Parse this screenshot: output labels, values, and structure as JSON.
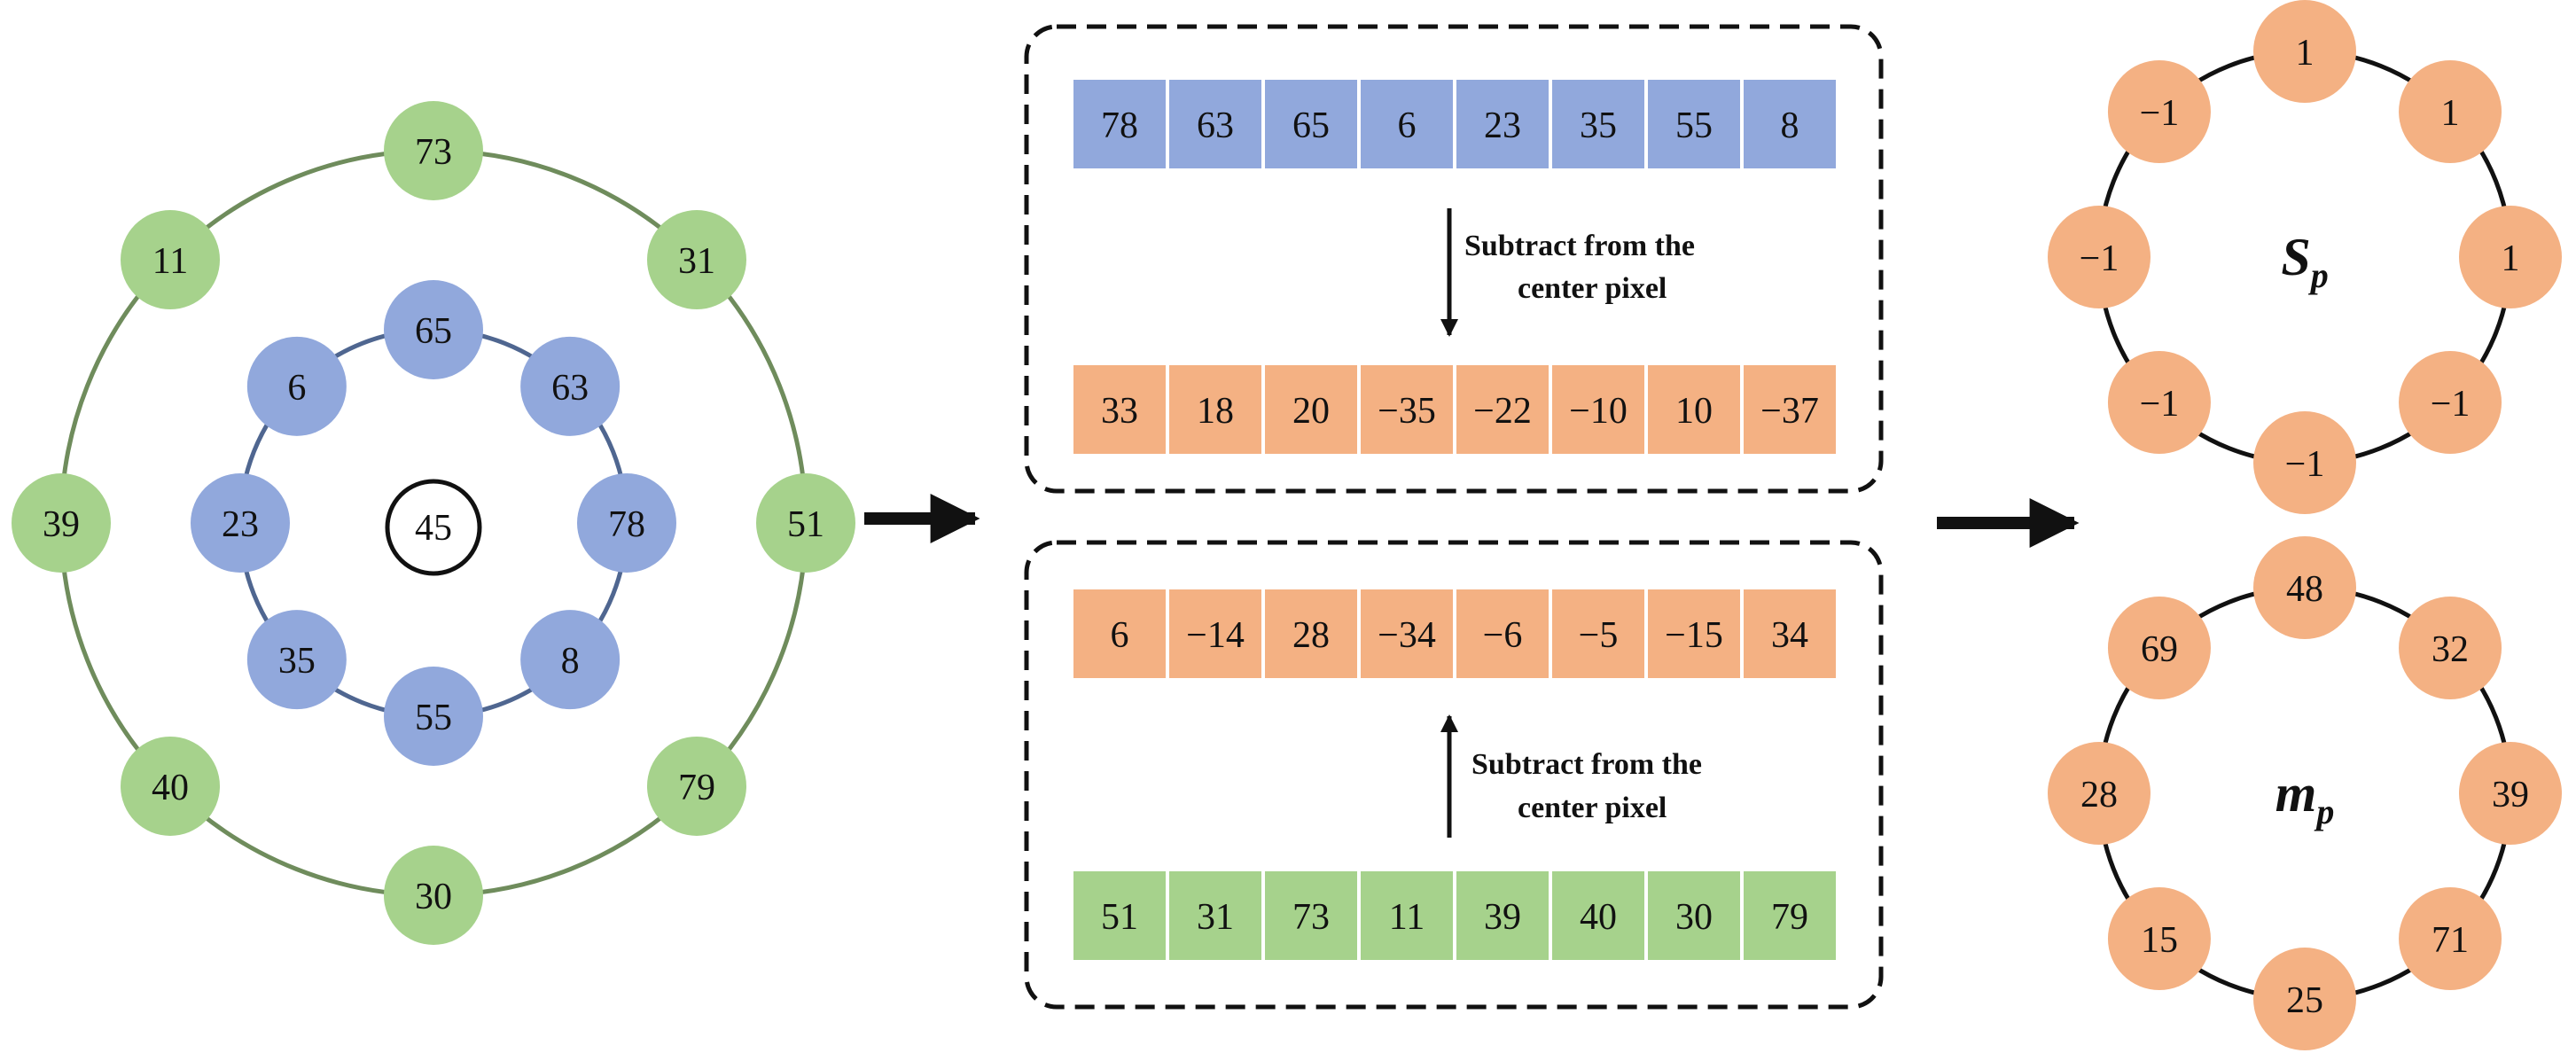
{
  "colors": {
    "blue": "#91a8dc",
    "green": "#a6d28c",
    "orange": "#f4b183",
    "blue_ring": "#4f6690",
    "green_ring": "#6f8c5c",
    "black": "#111111"
  },
  "neighborhood": {
    "center": "45",
    "inner": [
      "78",
      "63",
      "65",
      "6",
      "23",
      "35",
      "55",
      "8"
    ],
    "outer": [
      "51",
      "31",
      "73",
      "11",
      "39",
      "40",
      "30",
      "79"
    ]
  },
  "top_box": {
    "row_inner": [
      "78",
      "63",
      "65",
      "6",
      "23",
      "35",
      "55",
      "8"
    ],
    "row_diff": [
      "33",
      "18",
      "20",
      "−35",
      "−22",
      "−10",
      "10",
      "−37"
    ],
    "label_line1": "Subtract from the",
    "label_line2": "center pixel"
  },
  "bottom_box": {
    "row_diff": [
      "6",
      "−14",
      "28",
      "−34",
      "−6",
      "−5",
      "−15",
      "34"
    ],
    "row_outer": [
      "51",
      "31",
      "73",
      "11",
      "39",
      "40",
      "30",
      "79"
    ],
    "label_line1": "Subtract from the",
    "label_line2": "center pixel"
  },
  "sign_ring": {
    "symbol": "S",
    "subscript": "p",
    "values": [
      "1",
      "1",
      "1",
      "−1",
      "−1",
      "−1",
      "−1",
      "−1"
    ]
  },
  "magnitude_ring": {
    "symbol": "m",
    "subscript": "p",
    "values": [
      "39",
      "32",
      "48",
      "69",
      "28",
      "15",
      "25",
      "71"
    ]
  }
}
